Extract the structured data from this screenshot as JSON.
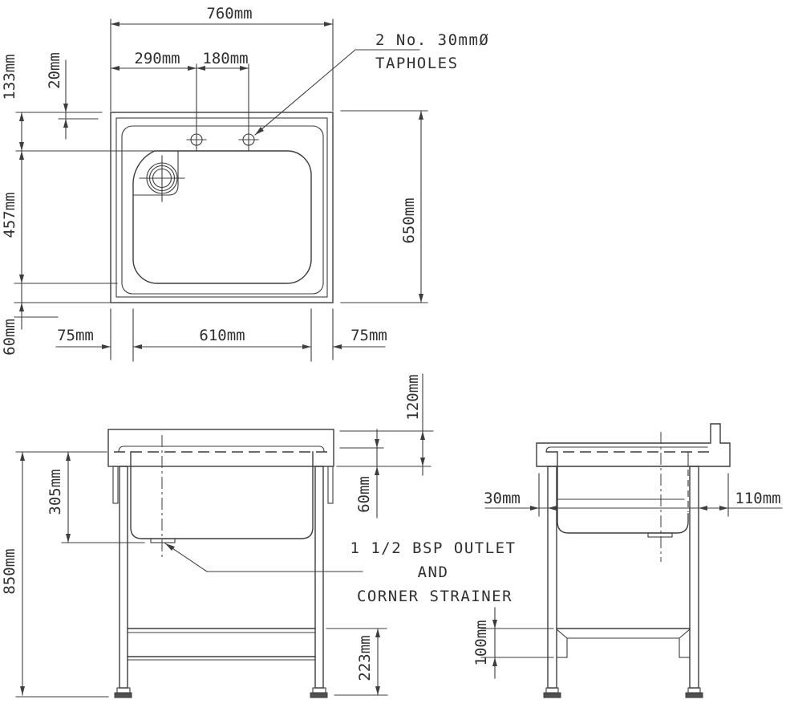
{
  "page": {
    "background": "#ffffff",
    "line_color": "#3d3d3d"
  },
  "views": {
    "plan": {
      "dims": {
        "overall_width": "760mm",
        "taphole_offset": "290mm",
        "taphole_spacing": "180mm",
        "back_edge_to_bowl": "133mm",
        "rim_edge": "20mm",
        "bowl_front_back": "457mm",
        "front_margin": "60mm",
        "left_margin": "75mm",
        "bowl_width": "610mm",
        "right_margin": "75mm",
        "overall_depth": "650mm"
      },
      "note": {
        "line1": "2 No. 30mmØ",
        "line2": "TAPHOLES"
      }
    },
    "front": {
      "dims": {
        "overall_height": "850mm",
        "bowl_depth": "305mm",
        "worktop_edge": "120mm",
        "apron": "60mm",
        "rail_to_floor": "223mm"
      },
      "note": {
        "line1": "1 1/2 BSP OUTLET",
        "line2": "AND",
        "line3": "CORNER STRAINER"
      }
    },
    "side": {
      "dims": {
        "front_gap": "30mm",
        "back_gap": "110mm",
        "rail_depth": "100mm"
      }
    }
  }
}
